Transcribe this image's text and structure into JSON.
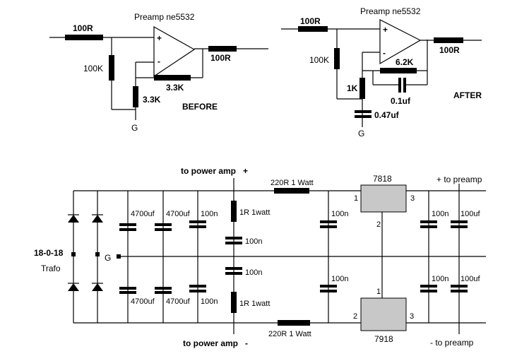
{
  "before": {
    "title": "Preamp ne5532",
    "input_resistor": "100R",
    "ground_resistor": "100K",
    "output_resistor": "100R",
    "feedback_resistor": "3.3K",
    "gain_resistor": "3.3K",
    "label": "BEFORE",
    "ground": "G",
    "plus": "+",
    "minus": "-"
  },
  "after": {
    "title": "Preamp ne5532",
    "input_resistor": "100R",
    "ground_resistor": "100K",
    "output_resistor": "100R",
    "feedback_resistor": "6.2K",
    "feedback_cap": "0.1uf",
    "gain_resistor": "1K",
    "gain_cap": "0.47uf",
    "label": "AFTER",
    "ground": "G",
    "plus": "+",
    "minus": "-"
  },
  "psu": {
    "top_power_label": "to power amp",
    "top_power_sign": "+",
    "bottom_power_label": "to power amp",
    "bottom_power_sign": "-",
    "top_series_resistor": "220R 1 Watt",
    "bottom_series_resistor": "220R 1 Watt",
    "top_regulator": "7818",
    "bottom_regulator": "7918",
    "top_pin_1": "1",
    "top_pin_2": "2",
    "top_pin_3": "3",
    "bottom_pin_1": "1",
    "bottom_pin_2": "2",
    "bottom_pin_3": "3",
    "pos_preamp": "+ to preamp",
    "neg_preamp": "- to preamp",
    "trafo_line1": "18-0-18",
    "trafo_line2": "Trafo",
    "ground": "G",
    "cap_4700_1": "4700uf",
    "cap_4700_2": "4700uf",
    "cap_4700_3": "4700uf",
    "cap_4700_4": "4700uf",
    "cap_100n_top_left": "100n",
    "cap_100n_bot_left": "100n",
    "r_1r_top": "1R 1watt",
    "r_1r_bot": "1R 1watt",
    "cap_100n_mid_top": "100n",
    "cap_100n_mid_bot": "100n",
    "cap_100n_pre_top": "100n",
    "cap_100n_pre_bot": "100n",
    "cap_100n_out_top": "100n",
    "cap_100n_out_bot": "100n",
    "cap_100uf_top": "100uf",
    "cap_100uf_bot": "100uf"
  }
}
